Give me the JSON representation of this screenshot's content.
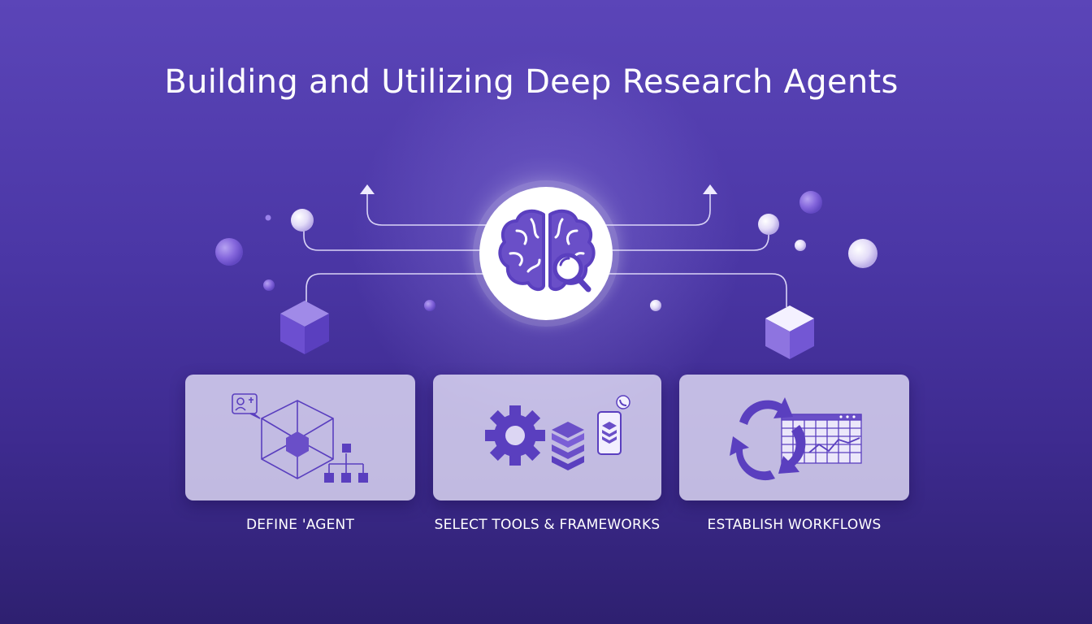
{
  "title": "Building and Utilizing Deep Research Agents",
  "center_icon": "brain-with-magnifier-icon",
  "steps": [
    {
      "label": "DEFINE 'AGENT",
      "icon": "agent-cube-hierarchy-icon"
    },
    {
      "label": "SELECT TOOLS & FRAMEWORKS",
      "icon": "gear-stack-phone-icon"
    },
    {
      "label": "ESTABLISH WORKFLOWS",
      "icon": "cycle-chart-icon"
    }
  ],
  "colors": {
    "accent": "#6a4fc8",
    "background_top": "#5b45b8",
    "background_bottom": "#2e2070",
    "panel": "#e4e0f6",
    "icon": "#5a3fbf"
  }
}
